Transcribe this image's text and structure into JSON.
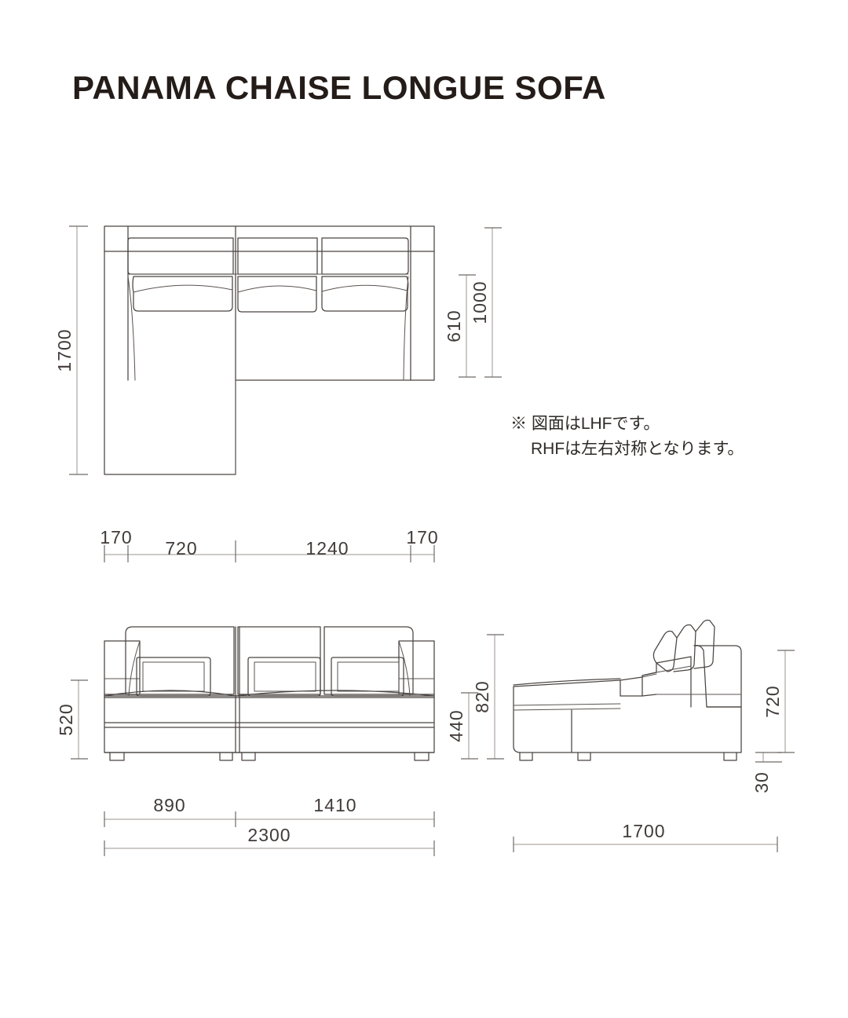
{
  "page": {
    "title": "PANAMA CHAISE LONGUE SOFA",
    "background_color": "#ffffff",
    "line_color": "#4a4542",
    "dimension_line_color": "#9b958f",
    "text_color": "#403b38"
  },
  "note": {
    "line1": "※ 図面はLHFです。",
    "line2": "RHFは左右対称となります。"
  },
  "views": {
    "top": {
      "name": "top-view",
      "dimensions": {
        "overall_depth": "1700",
        "back_depth": "1000",
        "seat_depth": "610",
        "arm_left": "170",
        "chaise_width": "720",
        "seat_width": "1240",
        "arm_right": "170"
      }
    },
    "front": {
      "name": "front-elevation",
      "dimensions": {
        "arm_height": "520",
        "seat_height": "440",
        "back_height": "820",
        "chaise_length": "890",
        "sofa_length": "1410",
        "overall_width": "2300"
      }
    },
    "side": {
      "name": "side-elevation",
      "dimensions": {
        "back_height": "720",
        "leg_height": "30",
        "overall_depth": "1700"
      }
    }
  },
  "labels": {
    "d1700_top": "1700",
    "d1000": "1000",
    "d610": "610",
    "d170_left": "170",
    "d720_plan": "720",
    "d1240": "1240",
    "d170_right": "170",
    "d520": "520",
    "d440": "440",
    "d820": "820",
    "d890": "890",
    "d1410": "1410",
    "d2300": "2300",
    "d720_side": "720",
    "d30": "30",
    "d1700_side": "1700"
  }
}
